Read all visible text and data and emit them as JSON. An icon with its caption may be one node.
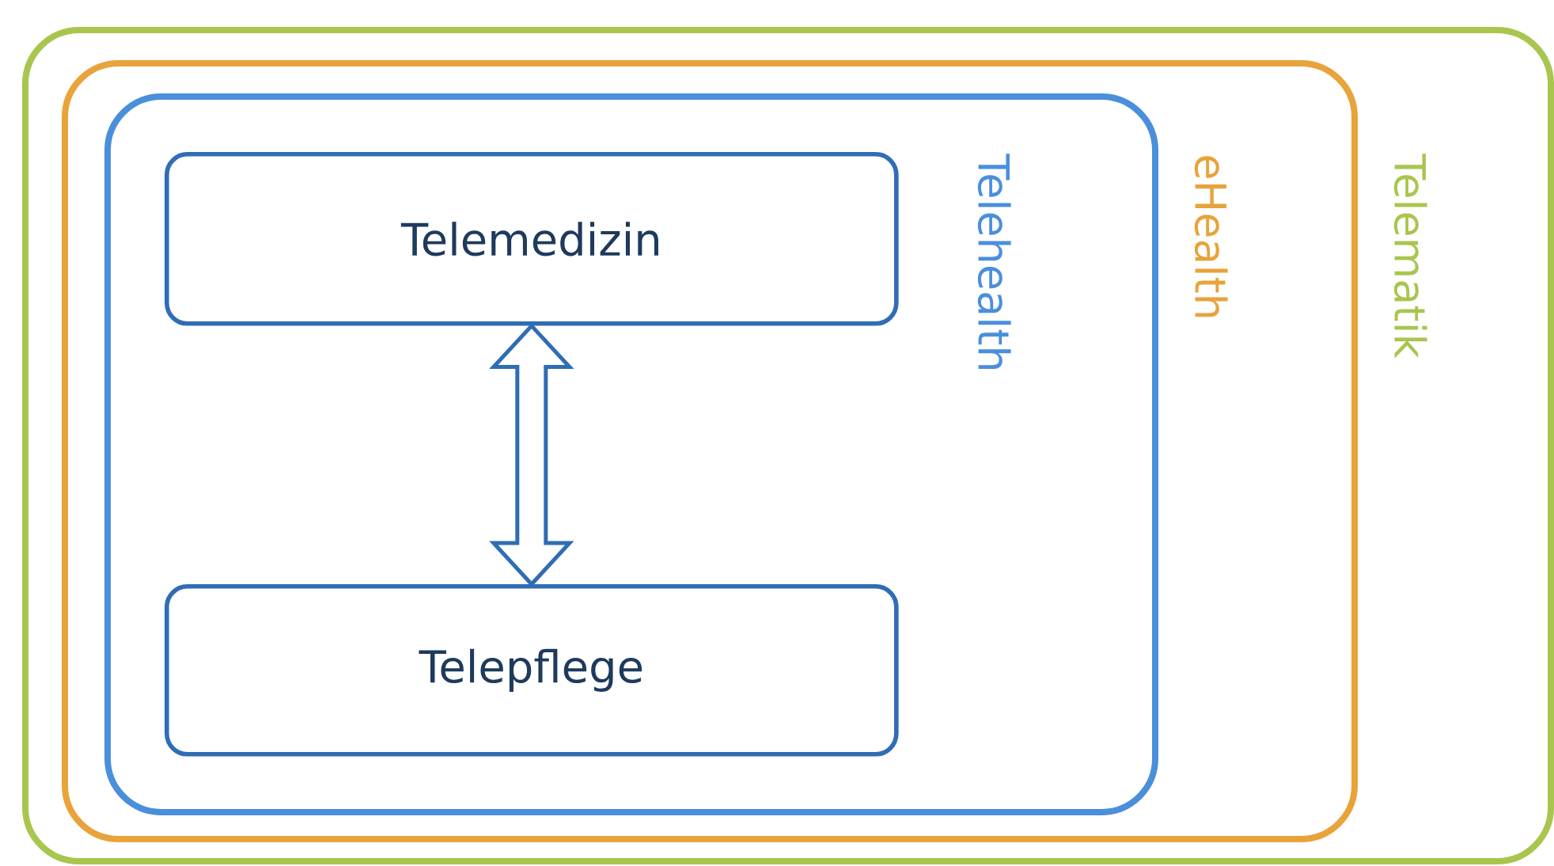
{
  "diagram": {
    "nodes": [
      {
        "text": [
          "Telematik"
        ]
      },
      {
        "text": [
          "eHealth"
        ],
        "in": 0
      },
      {
        "text": [
          "Telehealth"
        ],
        "in": 1
      },
      {
        "text": [
          "Telemedizin"
        ],
        "in": 2
      },
      {
        "text": [
          "Telepflege"
        ],
        "in": 2
      }
    ],
    "edges": [
      {
        "from": 3,
        "to": 4,
        "arrow": "both"
      }
    ]
  }
}
